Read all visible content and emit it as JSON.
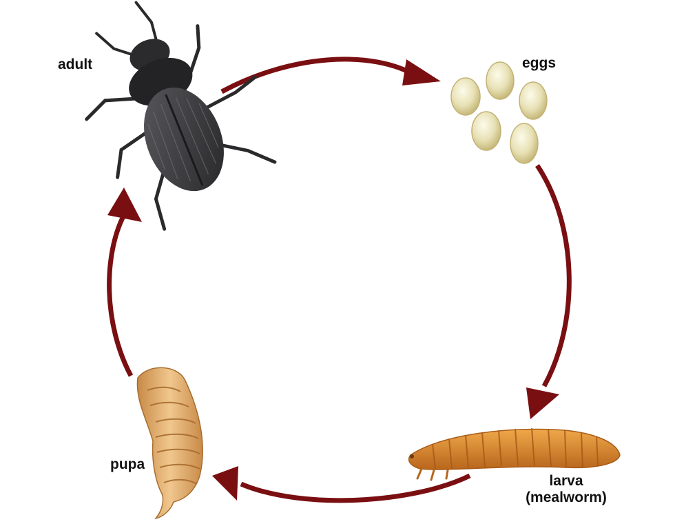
{
  "labels": {
    "adult": "adult",
    "eggs": "eggs",
    "larva_line1": "larva",
    "larva_line2": "(mealworm)",
    "pupa": "pupa"
  },
  "icons": {
    "adult": "beetle-icon",
    "eggs": "eggs-icon",
    "larva": "mealworm-larva-icon",
    "pupa": "pupa-icon"
  },
  "colors": {
    "arrow": "#7a0f12",
    "beetle": "#3a3a3c",
    "beetle_dark": "#1e1e20",
    "egg": "#e3ddb0",
    "egg_edge": "#c9bd80",
    "larva": "#d98a2b",
    "larva_dark": "#b5661a",
    "pupa": "#e4b47a",
    "pupa_dark": "#b9803f"
  }
}
